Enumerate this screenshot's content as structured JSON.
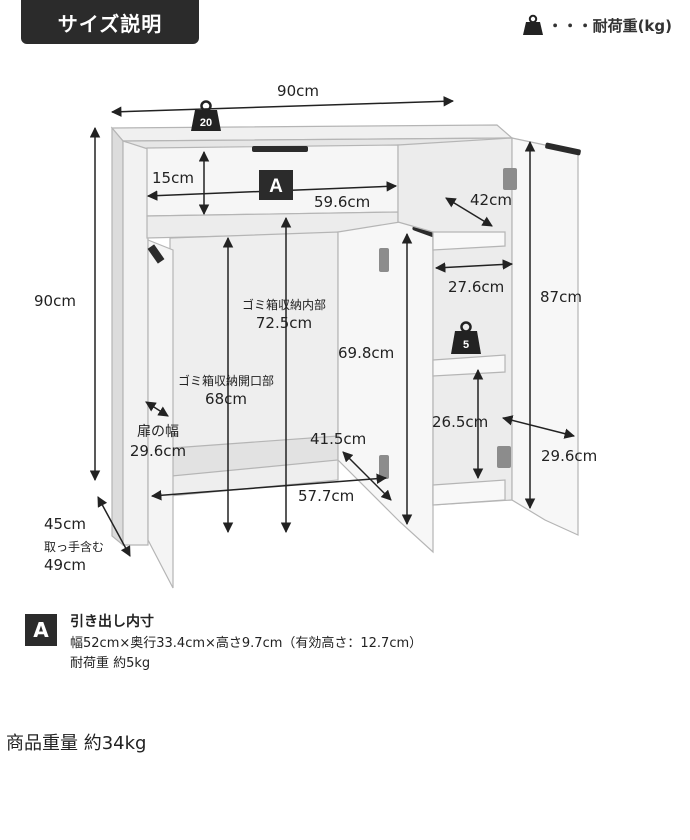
{
  "header": {
    "title": "サイズ説明",
    "legend_suffix": "・・・耐荷重(kg)"
  },
  "loads": {
    "top": "20",
    "shelf": "5"
  },
  "drawer_marker": "A",
  "dimensions": {
    "top_width": "90cm",
    "height": "90cm",
    "depth": "45cm",
    "depth_handle_label": "取っ手含む",
    "depth_handle_value": "49cm",
    "drawer_height": "15cm",
    "drawer_width": "59.6cm",
    "bin_inner_label": "ゴミ箱収納内部",
    "bin_inner_value": "72.5cm",
    "bin_opening_label": "ゴミ箱収納開口部",
    "bin_opening_value": "68cm",
    "door_width_label": "扉の幅",
    "door_width_value": "29.6cm",
    "bottom_width": "57.7cm",
    "door_inner_height": "69.8cm",
    "door_inner_depth": "41.5cm",
    "shelf_depth": "42cm",
    "shelf_width": "27.6cm",
    "shelf_gap": "26.5cm",
    "right_height": "87cm",
    "right_door_width": "29.6cm"
  },
  "note": {
    "badge": "A",
    "title": "引き出し内寸",
    "line1": "幅52cm×奥行33.4cm×高さ9.7cm（有効高さ：12.7cm）",
    "line2": "耐荷重 約5kg"
  },
  "product_weight": "商品重量 約34kg",
  "colors": {
    "dark": "#2b2b2b",
    "line": "#b5b5b5",
    "panel": "#f5f5f5",
    "shade": "#e4e4e4"
  }
}
